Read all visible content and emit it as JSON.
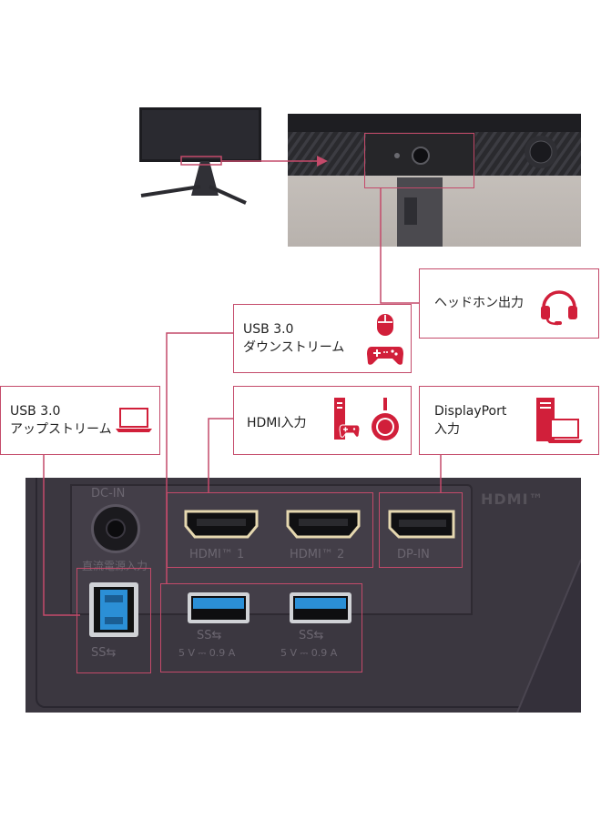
{
  "callouts": {
    "headphone": {
      "text": "ヘッドホン出力",
      "icon": "headset-icon"
    },
    "usb_down": {
      "line1": "USB 3.0",
      "line2": "ダウンストリーム",
      "icons": [
        "mouse-icon",
        "gamepad-icon"
      ]
    },
    "usb_up": {
      "line1": "USB 3.0",
      "line2": "アップストリーム",
      "icon": "laptop-icon"
    },
    "hdmi": {
      "text": "HDMI入力",
      "icons": [
        "pc-console-icon",
        "streaming-stick-icon"
      ]
    },
    "displayport": {
      "line1": "DisplayPort",
      "line2": "入力",
      "icon": "desktop-laptop-icon"
    }
  },
  "panel_labels": {
    "dc_in": "DC-IN",
    "dc_jp": "直流電源入力",
    "hdmi1": "HDMI™ 1",
    "hdmi2": "HDMI™ 2",
    "dp_in": "DP-IN",
    "hdmi_logo": "HDMI™",
    "ss_b": "SS⇆",
    "ss_a1": "SS⇆",
    "ss_a2": "SS⇆",
    "rating1": "5 V ⎓ 0.9 A",
    "rating2": "5 V ⎓ 0.9 A"
  },
  "colors": {
    "accent": "#c44a6a",
    "panel": "#3b3740",
    "usb_blue": "#2b8fd6"
  }
}
